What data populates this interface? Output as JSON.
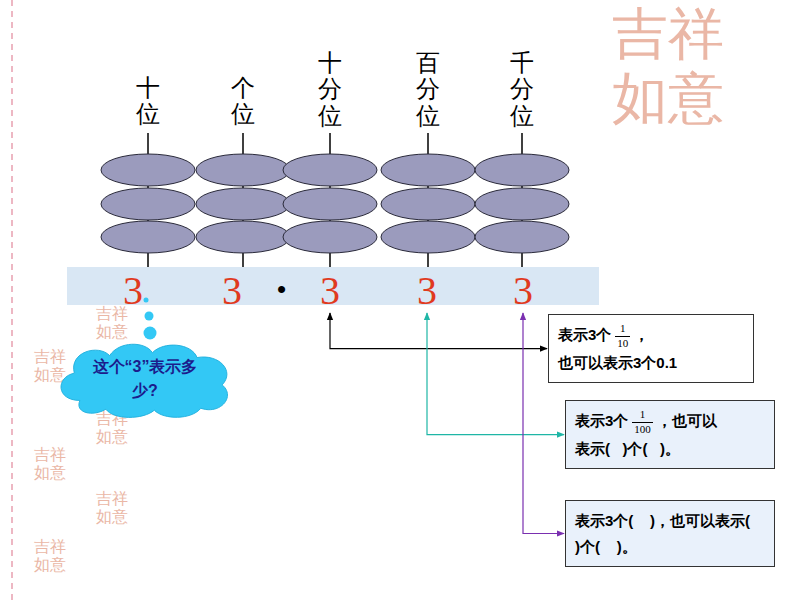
{
  "diagram": {
    "nodes": [
      {
        "text": [
          "3"
        ]
      },
      {
        "text": [
          "3"
        ]
      },
      {
        "text": [
          "3"
        ]
      },
      {
        "text": [
          "3"
        ]
      },
      {
        "text": [
          "3"
        ]
      },
      {
        "text": [
          "表示3个",
          "1",
          "10",
          "，",
          "也可以表示3个0.1"
        ]
      },
      {
        "text": [
          "这个“3”表示多少?"
        ]
      },
      {
        "text": [
          "表示3个",
          "1",
          "100",
          "，也可以",
          "表示(   )个(   )。"
        ]
      },
      {
        "text": [
          "表示3个(    )，也可以表示(    )个(    )。"
        ]
      }
    ],
    "edges": [
      {
        "from": 2,
        "to": 5,
        "arrow": "both"
      },
      {
        "from": 3,
        "to": 7,
        "arrow": "both"
      },
      {
        "from": 4,
        "to": 8,
        "arrow": "both"
      }
    ],
    "labels": [
      "十位",
      "个位",
      "十分位",
      "百分位",
      "千分位",
      "•",
      "吉祥如意",
      "吉祥如意",
      "吉祥如意",
      "吉祥如意",
      "吉祥如意",
      "吉祥如意",
      "吉祥如意"
    ]
  }
}
